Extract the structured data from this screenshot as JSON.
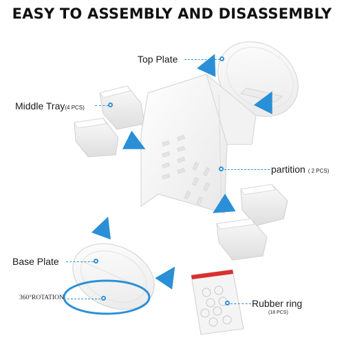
{
  "headline": "EASY TO ASSEMBLY AND DISASSEMBLY",
  "labels": {
    "top_plate": "Top Plate",
    "middle_tray": "Middle Tray",
    "middle_tray_qty": "(4 PCS)",
    "partition": "partition",
    "partition_qty": "( 2 PCS)",
    "base_plate": "Base Plate",
    "rotation": "360°ROTATION",
    "rubber_ring": "Rubber ring",
    "rubber_ring_qty": "(18 PCS)"
  },
  "colors": {
    "accent": "#2a8fd6",
    "part_fill": "#f7f7f7",
    "part_edge": "#cfcfcf"
  }
}
